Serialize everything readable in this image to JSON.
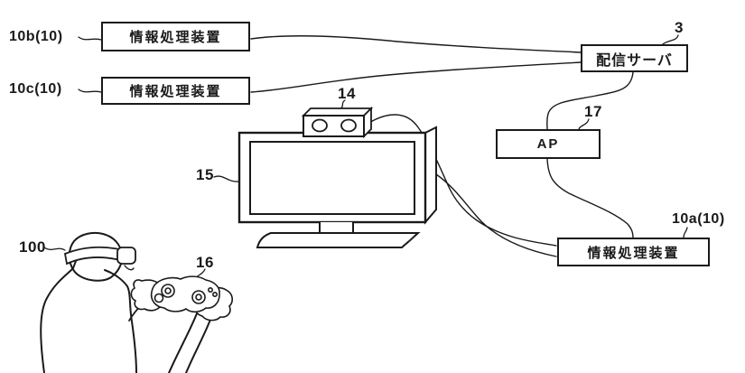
{
  "diagram": {
    "type": "patent-system-figure",
    "colors": {
      "background": "#ffffff",
      "line": "#1a1a1a"
    },
    "boxes": {
      "device_top1": {
        "text": "情報処理装置",
        "ref": "10b(10)"
      },
      "device_top2": {
        "text": "情報処理装置",
        "ref": "10c(10)"
      },
      "server": {
        "text": "配信サーバ",
        "ref": "3"
      },
      "ap": {
        "text": "AP",
        "ref": "17"
      },
      "device_bottom": {
        "text": "情報処理装置",
        "ref": "10a(10)"
      }
    },
    "callouts": {
      "camera_ref": "14",
      "tv_ref": "15",
      "controller_ref": "16",
      "hmd_user_ref": "100"
    }
  }
}
